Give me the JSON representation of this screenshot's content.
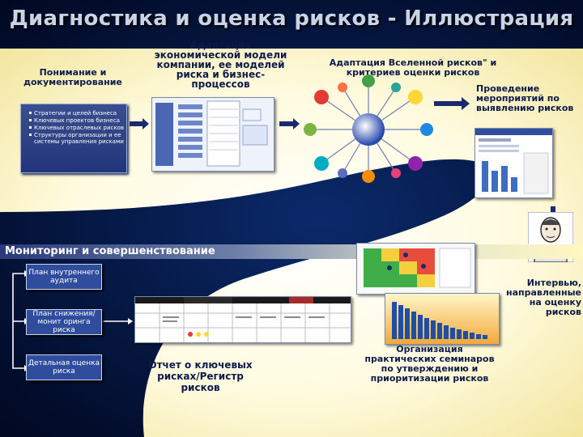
{
  "title": "Диагностика и оценка рисков - Иллюстрация",
  "labels": {
    "understanding": "Понимание и документирование",
    "adaptation_model": "Адаптация экономической модели компании, ее моделей риска и бизнес-процессов",
    "adaptation_universe": "Адаптация Вселенной рисков\" и критериев оценки рисков",
    "assessment": "Проведение мероприятий по выявлению рисков",
    "interview": "Интервью, направленные на оценку рисков",
    "workshops": "Организация практических семинаров по утверждению и приоритизации рисков",
    "key_risks": "Отчет о ключевых рисках/Регистр рисков"
  },
  "bullets": [
    "Стратегии и целей бизнеса",
    "Ключевых проектов бизнеса",
    "Ключевых отраслевых рисков",
    "Структуры организации и ее системы управления рисками"
  ],
  "banner": "Мониторинг и совершенствование",
  "side_boxes": [
    "План внутреннего аудита",
    "План снижения/монит оринга риска",
    "Детальная оценка риска"
  ],
  "colors": {
    "background": "#061a48",
    "ribbon": "#fff5b8",
    "label_text": "#0d1b4a",
    "box_fill": "#2f4d9c"
  }
}
